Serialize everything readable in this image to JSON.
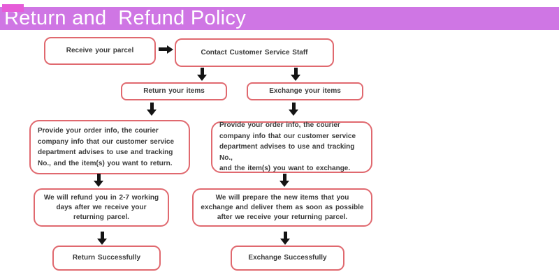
{
  "theme": {
    "header_bar": "#cf76e4",
    "accent_square": "#e65cd8",
    "box_border": "#e0696f",
    "arrow": "#141414",
    "title_text": "#ffffff",
    "box_text": "#3a3a3a"
  },
  "header": {
    "title": "Return and  Refund Policy"
  },
  "flowchart": {
    "nodes": {
      "receive": {
        "label": "Receive your parcel"
      },
      "contact": {
        "label": "Contact Customer Service Staff"
      },
      "return_items": {
        "label": "Return your items"
      },
      "exchange_items": {
        "label": "Exchange your items"
      },
      "return_detail": {
        "label": "Provide your order info, the courier\ncompany info that our customer service\ndepartment advises to use and tracking\nNo., and the item(s) you want to return."
      },
      "exchange_detail": {
        "label": "Provide your order info, the courier\ncompany info that our customer service\ndepartment advises to use and  tracking No.,\nand the item(s) you want to exchange."
      },
      "refund": {
        "label": "We will refund you in 2-7 working\ndays after we receive your\nreturning parcel."
      },
      "prepare": {
        "label": "We will prepare the new items that you\nexchange  and deliver them as soon as possible\nafter we receive your returning parcel."
      },
      "return_success": {
        "label": "Return Successfully"
      },
      "exchange_success": {
        "label": "Exchange Successfully"
      }
    }
  }
}
